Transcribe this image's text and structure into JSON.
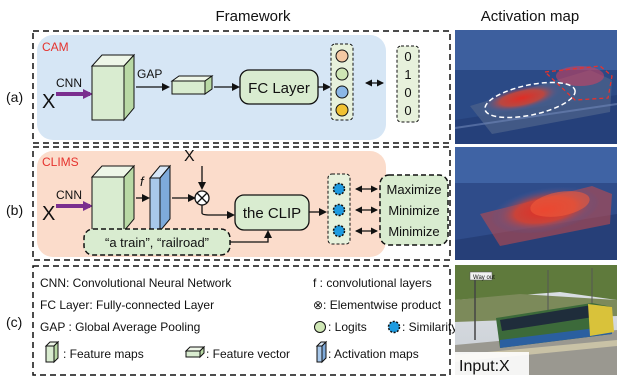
{
  "header": {
    "framework": "Framework",
    "activation_map": "Activation map"
  },
  "panel_a": {
    "row_label": "(a)",
    "method": "CAM",
    "input": "X",
    "cnn": "CNN",
    "gap": "GAP",
    "fc_layer": "FC Layer",
    "label_vector": [
      "0",
      "1",
      "0",
      "0"
    ],
    "logit_colors": [
      "#f4c9a3",
      "#cfe7b5",
      "#8bb7e6",
      "#f1c232"
    ]
  },
  "panel_b": {
    "row_label": "(b)",
    "method": "CLIMS",
    "input": "X",
    "input_top": "X",
    "cnn": "CNN",
    "f": "f",
    "clip": "the CLIP",
    "text_prompts": "“a train”, “railroad”",
    "objectives": [
      "Maximize",
      "Minimize",
      "Minimize"
    ],
    "similarity_color": "#1e9be0"
  },
  "panel_c": {
    "row_label": "(c)",
    "legend": {
      "cnn": "CNN: Convolutional Neural Network",
      "f": "f : convolutional layers",
      "fc": "FC Layer: Fully-connected Layer",
      "elementwise": "⊗: Elementwise product",
      "gap": "GAP : Global Average Pooling",
      "logits": ": Logits",
      "similarity": ": Similarity",
      "feature_maps": ": Feature maps",
      "feature_vector": ": Feature vector",
      "activation_maps": ": Activation maps"
    },
    "image_caption": "Input:X",
    "image_sign": "Way out"
  },
  "colors": {
    "cam_bg": "#d6e6f5",
    "clims_bg": "#fbdccb",
    "box_fill": "#d9ecd0",
    "blue_box": "#a8c8ea",
    "arrow_purple": "#7a2e8f",
    "red": "#e5322d"
  }
}
